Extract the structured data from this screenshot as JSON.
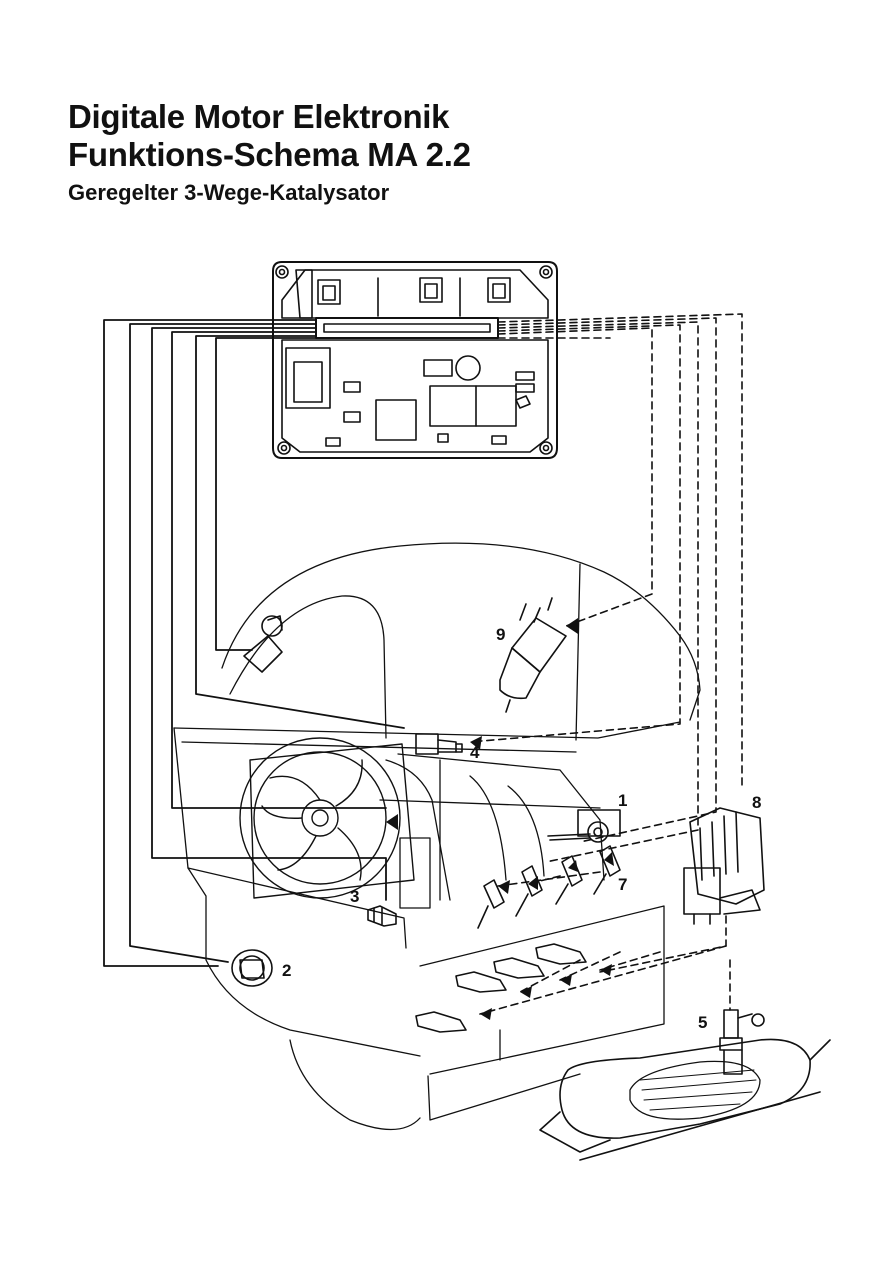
{
  "title": {
    "line1": "Digitale Motor Elektronik",
    "line2": "Funktions-Schema MA 2.2",
    "subtitle": "Geregelter 3-Wege-Katalysator"
  },
  "callouts": [
    "1",
    "2",
    "3",
    "4",
    "5",
    "7",
    "8",
    "9"
  ],
  "colors": {
    "ink": "#111111",
    "paper": "#ffffff",
    "shade": "#dddddd"
  }
}
